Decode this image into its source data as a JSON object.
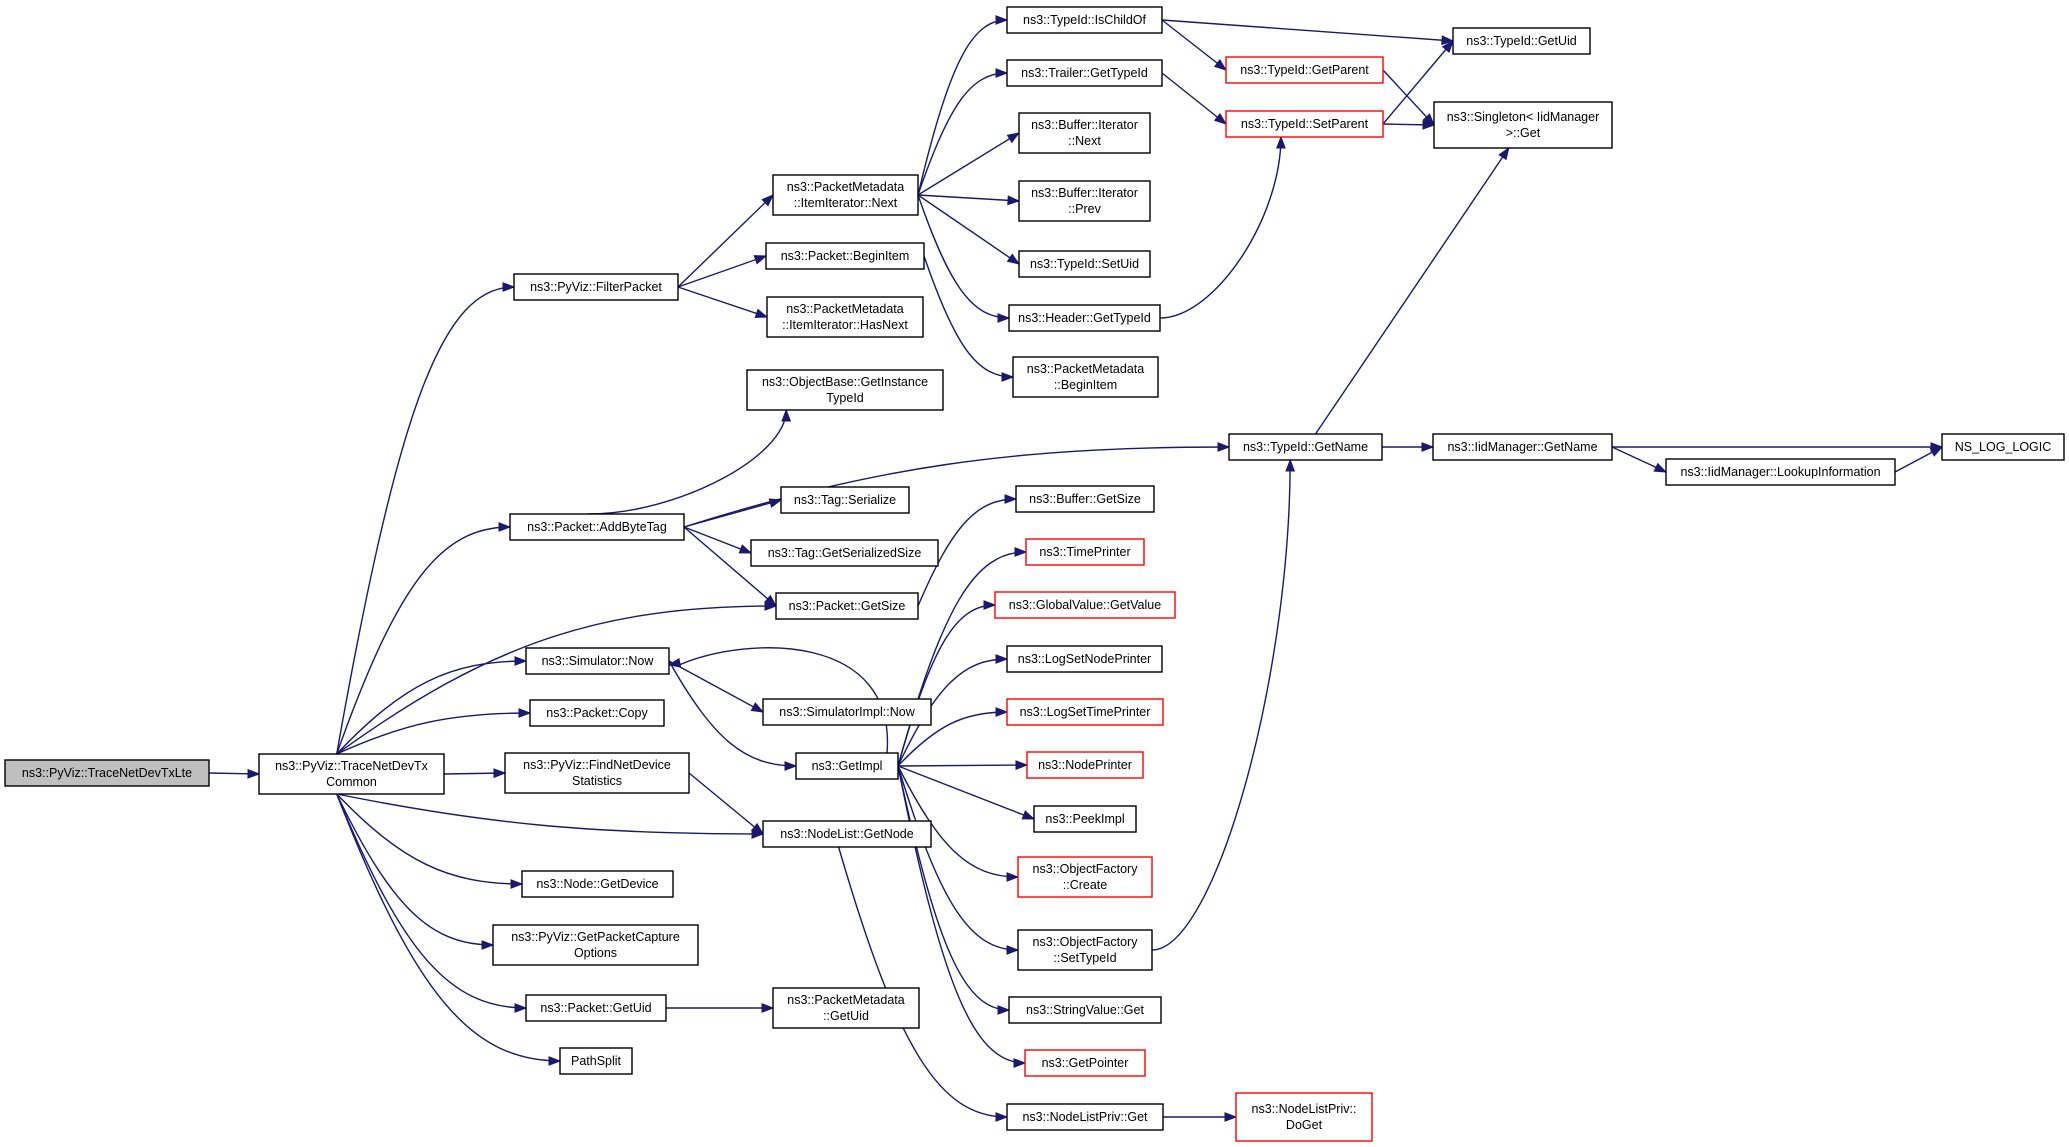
{
  "colors": {
    "edge": "#191970",
    "box_border": "#000000",
    "red_border": "#ff0000",
    "root_fill": "#bfbfbf",
    "background": "#ffffff"
  },
  "nodes": [
    {
      "id": "tracelte",
      "lines": [
        "ns3::PyViz::TraceNetDevTxLte"
      ],
      "style": "root"
    },
    {
      "id": "tracecommon",
      "lines": [
        "ns3::PyViz::TraceNetDevTx",
        "Common"
      ],
      "style": "normal"
    },
    {
      "id": "filterpacket",
      "lines": [
        "ns3::PyViz::FilterPacket"
      ],
      "style": "normal"
    },
    {
      "id": "addbytetag",
      "lines": [
        "ns3::Packet::AddByteTag"
      ],
      "style": "normal"
    },
    {
      "id": "simnow",
      "lines": [
        "ns3::Simulator::Now"
      ],
      "style": "normal"
    },
    {
      "id": "pcopy",
      "lines": [
        "ns3::Packet::Copy"
      ],
      "style": "normal"
    },
    {
      "id": "findnetdev",
      "lines": [
        "ns3::PyViz::FindNetDevice",
        "Statistics"
      ],
      "style": "normal"
    },
    {
      "id": "nodegetdevice",
      "lines": [
        "ns3::Node::GetDevice"
      ],
      "style": "normal"
    },
    {
      "id": "getpktcap",
      "lines": [
        "ns3::PyViz::GetPacketCapture",
        "Options"
      ],
      "style": "normal"
    },
    {
      "id": "pgetuid",
      "lines": [
        "ns3::Packet::GetUid"
      ],
      "style": "normal"
    },
    {
      "id": "pathsplit",
      "lines": [
        "PathSplit"
      ],
      "style": "normal"
    },
    {
      "id": "pmiternext",
      "lines": [
        "ns3::PacketMetadata",
        "::ItemIterator::Next"
      ],
      "style": "normal"
    },
    {
      "id": "pbeginitem",
      "lines": [
        "ns3::Packet::BeginItem"
      ],
      "style": "normal"
    },
    {
      "id": "pmiterhasnext",
      "lines": [
        "ns3::PacketMetadata",
        "::ItemIterator::HasNext"
      ],
      "style": "normal"
    },
    {
      "id": "objbase",
      "lines": [
        "ns3::ObjectBase::GetInstance",
        "TypeId"
      ],
      "style": "normal"
    },
    {
      "id": "tagser",
      "lines": [
        "ns3::Tag::Serialize"
      ],
      "style": "normal"
    },
    {
      "id": "taggetsersize",
      "lines": [
        "ns3::Tag::GetSerializedSize"
      ],
      "style": "normal"
    },
    {
      "id": "pgetsize",
      "lines": [
        "ns3::Packet::GetSize"
      ],
      "style": "normal"
    },
    {
      "id": "simimplnow",
      "lines": [
        "ns3::SimulatorImpl::Now"
      ],
      "style": "normal"
    },
    {
      "id": "getimpl",
      "lines": [
        "ns3::GetImpl"
      ],
      "style": "normal"
    },
    {
      "id": "nlgetnode",
      "lines": [
        "ns3::NodeList::GetNode"
      ],
      "style": "normal"
    },
    {
      "id": "pmgetuid",
      "lines": [
        "ns3::PacketMetadata",
        "::GetUid"
      ],
      "style": "normal"
    },
    {
      "id": "ischildof",
      "lines": [
        "ns3::TypeId::IsChildOf"
      ],
      "style": "normal"
    },
    {
      "id": "trailergettypeid",
      "lines": [
        "ns3::Trailer::GetTypeId"
      ],
      "style": "normal"
    },
    {
      "id": "bufiternext",
      "lines": [
        "ns3::Buffer::Iterator",
        "::Next"
      ],
      "style": "normal"
    },
    {
      "id": "bufiterprev",
      "lines": [
        "ns3::Buffer::Iterator",
        "::Prev"
      ],
      "style": "normal"
    },
    {
      "id": "typeidsetuid",
      "lines": [
        "ns3::TypeId::SetUid"
      ],
      "style": "normal"
    },
    {
      "id": "headergettypeid",
      "lines": [
        "ns3::Header::GetTypeId"
      ],
      "style": "normal"
    },
    {
      "id": "pmbeginitem",
      "lines": [
        "ns3::PacketMetadata",
        "::BeginItem"
      ],
      "style": "normal"
    },
    {
      "id": "bufgetsize",
      "lines": [
        "ns3::Buffer::GetSize"
      ],
      "style": "normal"
    },
    {
      "id": "timeprinter",
      "lines": [
        "ns3::TimePrinter"
      ],
      "style": "red"
    },
    {
      "id": "gvgetvalue",
      "lines": [
        "ns3::GlobalValue::GetValue"
      ],
      "style": "red"
    },
    {
      "id": "logsetnodeprinter",
      "lines": [
        "ns3::LogSetNodePrinter"
      ],
      "style": "normal"
    },
    {
      "id": "logsettimeprinter",
      "lines": [
        "ns3::LogSetTimePrinter"
      ],
      "style": "red"
    },
    {
      "id": "nodeprinter",
      "lines": [
        "ns3::NodePrinter"
      ],
      "style": "red"
    },
    {
      "id": "peekimpl",
      "lines": [
        "ns3::PeekImpl"
      ],
      "style": "normal"
    },
    {
      "id": "ofcreate",
      "lines": [
        "ns3::ObjectFactory",
        "::Create"
      ],
      "style": "red"
    },
    {
      "id": "ofsettypeid",
      "lines": [
        "ns3::ObjectFactory",
        "::SetTypeId"
      ],
      "style": "normal"
    },
    {
      "id": "stringvalueget",
      "lines": [
        "ns3::StringValue::Get"
      ],
      "style": "normal"
    },
    {
      "id": "getpointer",
      "lines": [
        "ns3::GetPointer"
      ],
      "style": "red"
    },
    {
      "id": "nlprivget",
      "lines": [
        "ns3::NodeListPriv::Get"
      ],
      "style": "normal"
    },
    {
      "id": "typeidgetparent",
      "lines": [
        "ns3::TypeId::GetParent"
      ],
      "style": "red"
    },
    {
      "id": "typeidsetparent",
      "lines": [
        "ns3::TypeId::SetParent"
      ],
      "style": "red"
    },
    {
      "id": "typeidgetname",
      "lines": [
        "ns3::TypeId::GetName"
      ],
      "style": "normal"
    },
    {
      "id": "nlprivdoget",
      "lines": [
        "ns3::NodeListPriv::",
        "DoGet"
      ],
      "style": "red"
    },
    {
      "id": "typeidgetuid",
      "lines": [
        "ns3::TypeId::GetUid"
      ],
      "style": "normal"
    },
    {
      "id": "singleton",
      "lines": [
        "ns3::Singleton< IidManager",
        ">::Get"
      ],
      "style": "normal"
    },
    {
      "id": "iidgetname",
      "lines": [
        "ns3::IidManager::GetName"
      ],
      "style": "normal"
    },
    {
      "id": "iidlookup",
      "lines": [
        "ns3::IidManager::LookupInformation"
      ],
      "style": "normal"
    },
    {
      "id": "nsloglogic",
      "lines": [
        "NS_LOG_LOGIC"
      ],
      "style": "normal"
    }
  ]
}
